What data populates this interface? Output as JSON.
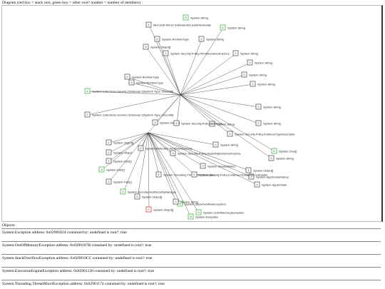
{
  "diagram": {
    "title": "Diagram (red box = stack root, green box = other root? number = number of members) :",
    "colors": {
      "stack_root": "#e02020",
      "other_root": "#2db52d",
      "normal": "#444444",
      "edge": "#333333"
    },
    "nodes": [
      {
        "id": "n1",
        "label": "System.String",
        "count": "0",
        "kind": "other"
      },
      {
        "id": "n2",
        "label": "Microsoft.Win32.SafeHandles.SafeFileHandle",
        "count": "2",
        "kind": "normal"
      },
      {
        "id": "n3",
        "label": "System.String",
        "count": "0",
        "kind": "other"
      },
      {
        "id": "n4",
        "label": "System.RuntimeType",
        "count": "0",
        "kind": "normal"
      },
      {
        "id": "n5",
        "label": "System.String",
        "count": "0",
        "kind": "normal"
      },
      {
        "id": "n6",
        "label": "System.Security.Policy.PEFileEvidenceFactory",
        "count": "3",
        "kind": "normal"
      },
      {
        "id": "n7",
        "label": "System.String",
        "count": "0",
        "kind": "normal"
      },
      {
        "id": "n8",
        "label": "System.String",
        "count": "0",
        "kind": "normal"
      },
      {
        "id": "n9",
        "label": "System.RuntimeType",
        "count": "0",
        "kind": "normal"
      },
      {
        "id": "n10",
        "label": "System.Object[]",
        "count": "5",
        "kind": "normal"
      },
      {
        "id": "n11",
        "label": "System.String",
        "count": "0",
        "kind": "normal"
      },
      {
        "id": "n12",
        "label": "System.String",
        "count": "0",
        "kind": "normal"
      },
      {
        "id": "n13",
        "label": "System.RuntimeType",
        "count": "0",
        "kind": "normal"
      },
      {
        "id": "n14",
        "label": "System.Collections.Generic.Dictionary`2[System.Type, mscorlib]",
        "count": "2",
        "kind": "other"
      },
      {
        "id": "n15",
        "label": "System.Collections.Generic.Dictionary`2[System.Type, mscorlib]",
        "count": "2",
        "kind": "normal"
      },
      {
        "id": "n16",
        "label": "System.String",
        "count": "0",
        "kind": "normal"
      },
      {
        "id": "n17",
        "label": "System.String",
        "count": "0",
        "kind": "normal"
      },
      {
        "id": "n18",
        "label": "System.Object[]",
        "count": "3",
        "kind": "normal"
      },
      {
        "id": "n19",
        "label": "System.Security.Policy.EvidenceTypeDescriptor",
        "count": "4",
        "kind": "normal"
      },
      {
        "id": "n20",
        "label": "System.String",
        "count": "0",
        "kind": "normal"
      },
      {
        "id": "n21",
        "label": "System.Object[]",
        "count": "2",
        "kind": "normal"
      },
      {
        "id": "n22",
        "label": "System.Object",
        "count": "0",
        "kind": "normal"
      },
      {
        "id": "n23",
        "label": "System.Int32[]",
        "count": "3",
        "kind": "normal"
      },
      {
        "id": "n24",
        "label": "System.Int32[]",
        "count": "3",
        "kind": "other"
      },
      {
        "id": "n25",
        "label": "System.Threading.ThreadAbortException",
        "count": "4",
        "kind": "normal"
      },
      {
        "id": "n26",
        "label": "System.SharedStatics",
        "count": "0",
        "kind": "normal"
      },
      {
        "id": "n27",
        "label": "System.Char[]",
        "count": "0",
        "kind": "other"
      },
      {
        "id": "n28",
        "label": "System.String",
        "count": "0",
        "kind": "normal"
      },
      {
        "id": "n29",
        "label": "System.Object[]",
        "count": "3",
        "kind": "normal"
      },
      {
        "id": "n30",
        "label": "System.AppDomainSetup",
        "count": "2",
        "kind": "normal"
      },
      {
        "id": "n31",
        "label": "System.AppDomain",
        "count": "4",
        "kind": "normal"
      },
      {
        "id": "n32",
        "label": "System.Int32[]",
        "count": "3",
        "kind": "normal"
      },
      {
        "id": "n33",
        "label": "System.Security.HostSecurityManager",
        "count": "0",
        "kind": "other"
      },
      {
        "id": "n34",
        "label": "System.Object[]",
        "count": "0",
        "kind": "normal"
      },
      {
        "id": "n35",
        "label": "System.Object[]",
        "count": "2",
        "kind": "stack"
      },
      {
        "id": "n36",
        "label": "System.OutOfMemoryException",
        "count": "0",
        "kind": "other"
      },
      {
        "id": "n37",
        "label": "System.StackOverflowException",
        "count": "0",
        "kind": "other"
      },
      {
        "id": "n38",
        "label": "System.Exception",
        "count": "0",
        "kind": "other"
      },
      {
        "id": "n39",
        "label": "System.String",
        "count": "0",
        "kind": "normal"
      },
      {
        "id": "n40",
        "label": "System.Security.Policy.AssemblyEvidenceFactory",
        "count": "3",
        "kind": "normal"
      },
      {
        "id": "n41",
        "label": "System.Reflection.RuntimeAssembly",
        "count": "0",
        "kind": "normal"
      },
      {
        "id": "n42",
        "label": "System.Security.Policy.Evidence",
        "count": "5",
        "kind": "normal"
      },
      {
        "id": "n43",
        "label": "System.Security.Policy.Evidence+EvidenceLockHolder",
        "count": "0",
        "kind": "normal"
      },
      {
        "id": "n44",
        "label": "System.String",
        "count": "0",
        "kind": "normal"
      }
    ]
  },
  "objects": {
    "heading": "Objects:",
    "rows": [
      "System.Exception address: 0x02901024 contained by: undefined is root?: true",
      "System.OutOfMemoryException address: 0x0290107B contained by: undefined is root?: true",
      "System.StackOverflowException address: 0x029010CC contained by: undefined is root?: true",
      "System.ExecutionEngineException address: 0x02901120 contained by: undefined is root?: true",
      "System.Threading.ThreadAbortException address: 0x02901174 contained by: undefined is root?: true"
    ]
  }
}
